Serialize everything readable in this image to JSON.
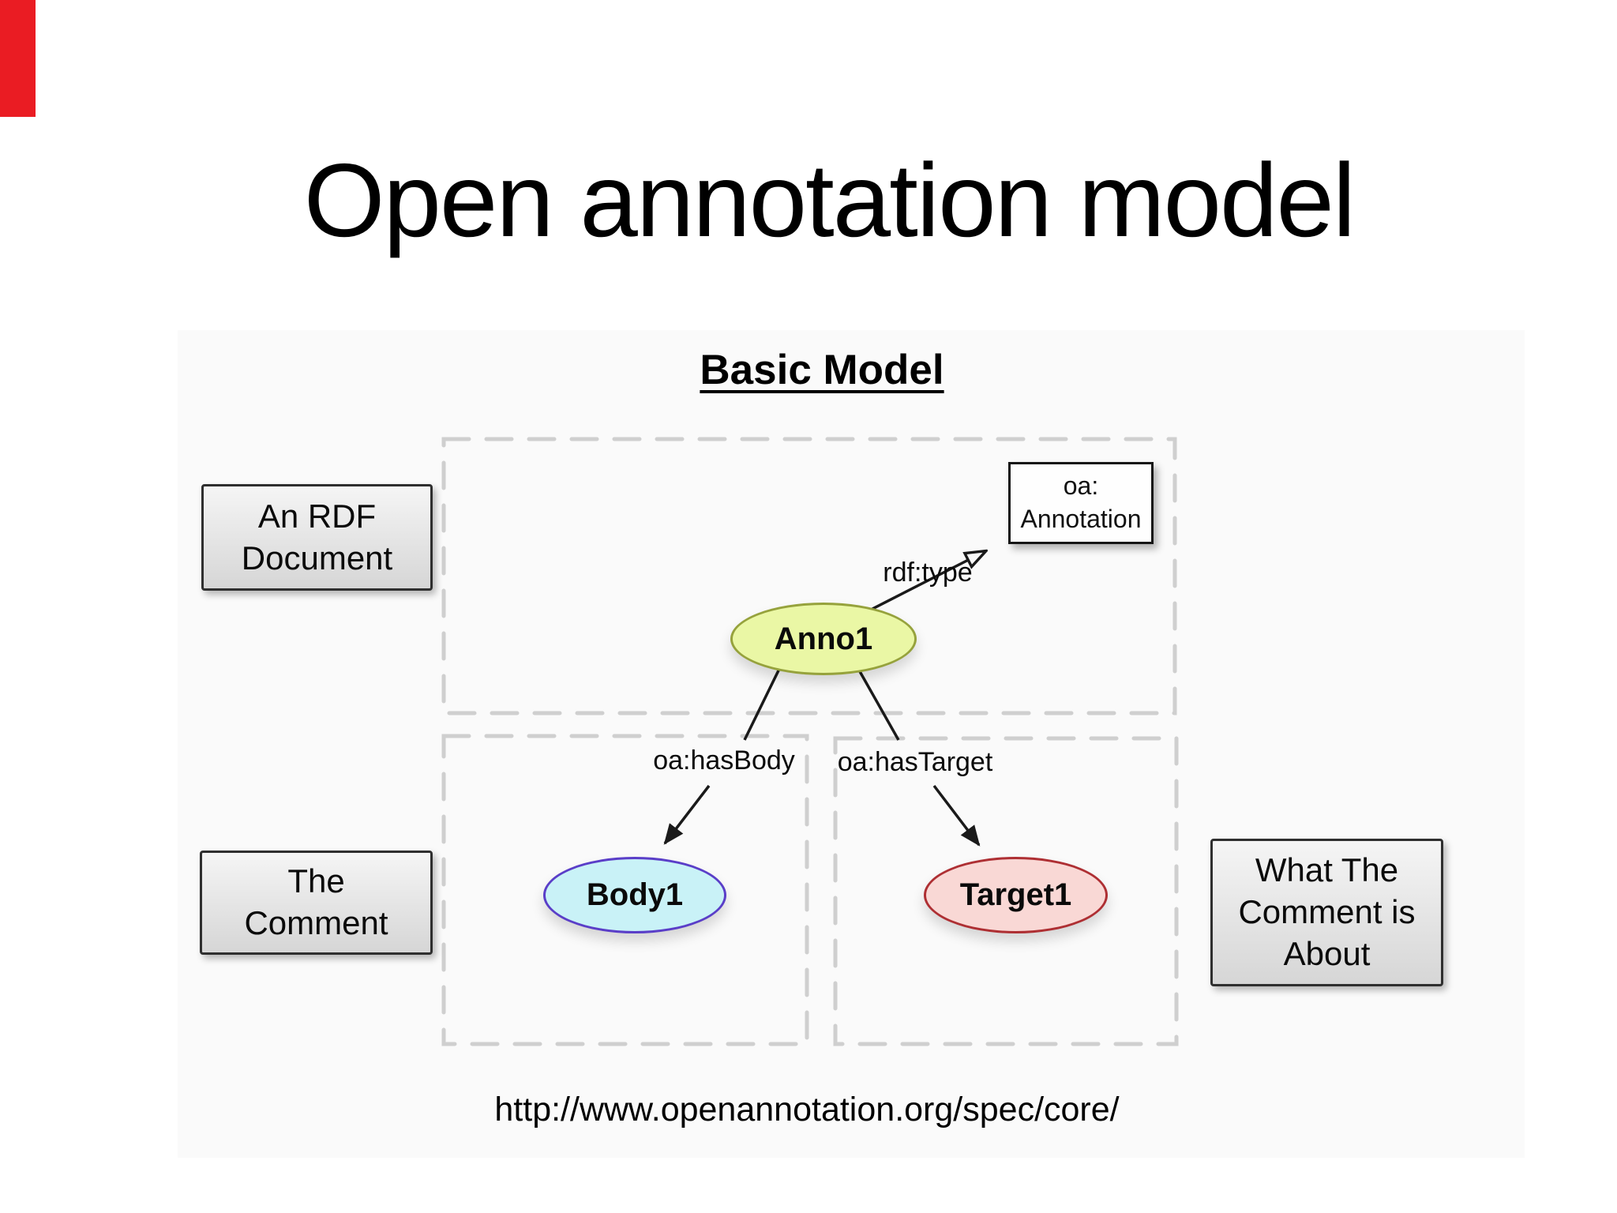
{
  "slide": {
    "title": "Open annotation model",
    "footer_url": "http://www.openannotation.org/spec/core/"
  },
  "diagram": {
    "heading": "Basic Model",
    "nodes": {
      "anno1": {
        "label": "Anno1",
        "fill": "#eaf7a5",
        "border": "#96a23c"
      },
      "body1": {
        "label": "Body1",
        "fill": "#c9f2f7",
        "border": "#5a3ec8"
      },
      "target1": {
        "label": "Target1",
        "fill": "#f9d8d5",
        "border": "#ae2f33"
      },
      "annotation_class": {
        "label": "oa:\nAnnotation"
      }
    },
    "edges": {
      "rdf_type": "rdf:type",
      "has_body": "oa:hasBody",
      "has_target": "oa:hasTarget"
    },
    "callouts": {
      "rdf_document": "An RDF\nDocument",
      "comment": "The\nComment",
      "about": "What The\nComment is\nAbout"
    },
    "colors": {
      "dash_gray": "#cfcfcf",
      "line_black": "#1a1a1a",
      "panel_bg": "#fafafa"
    }
  },
  "decor": {
    "corner_marker_color": "#ea1c23"
  }
}
